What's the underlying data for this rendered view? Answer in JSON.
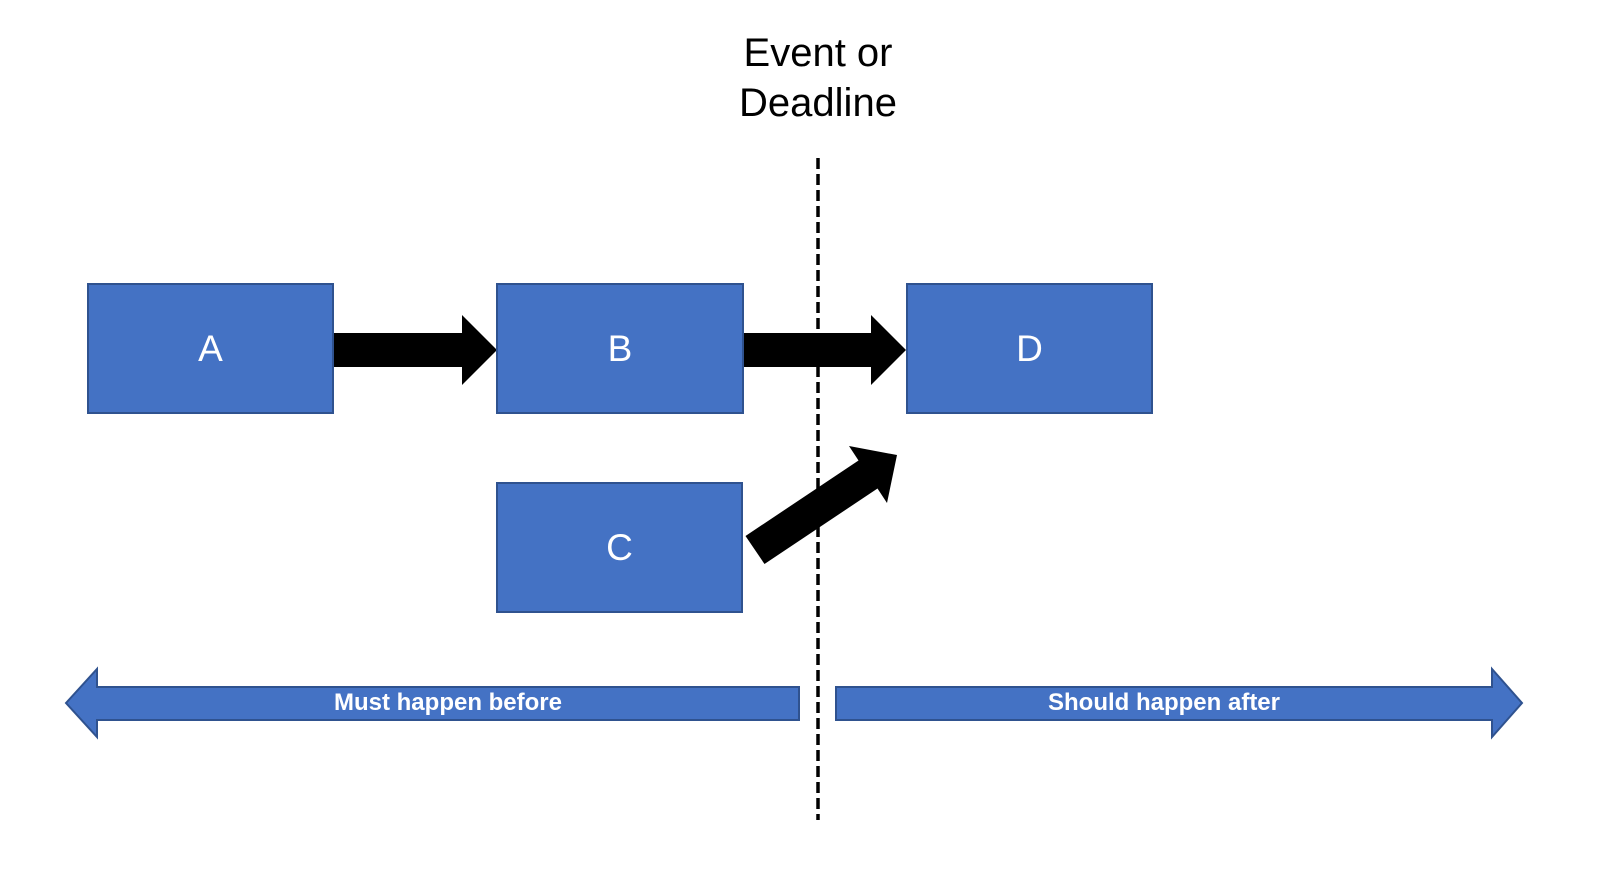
{
  "title": {
    "text": "Event or\nDeadline"
  },
  "nodes": {
    "a": {
      "label": "A"
    },
    "b": {
      "label": "B"
    },
    "c": {
      "label": "C"
    },
    "d": {
      "label": "D"
    }
  },
  "timeline": {
    "before_label": "Must happen before",
    "after_label": "Should happen after"
  },
  "icons": {
    "arrow_a_to_b": "thick-right-arrow",
    "arrow_b_to_d": "thick-right-arrow",
    "arrow_c_to_d": "thick-diagonal-up-right-arrow",
    "timeline_left_arrow": "left-block-arrow",
    "timeline_right_arrow": "right-block-arrow",
    "deadline_divider": "vertical-dashed-line"
  },
  "colors": {
    "node_fill": "#4472C4",
    "node_border": "#2F528F",
    "node_text": "#FFFFFF",
    "timeline_fill": "#4472C4",
    "timeline_border": "#2F528F",
    "timeline_text": "#FFFFFF",
    "arrow_black": "#000000",
    "dashed_line": "#000000",
    "title_text": "#000000"
  }
}
